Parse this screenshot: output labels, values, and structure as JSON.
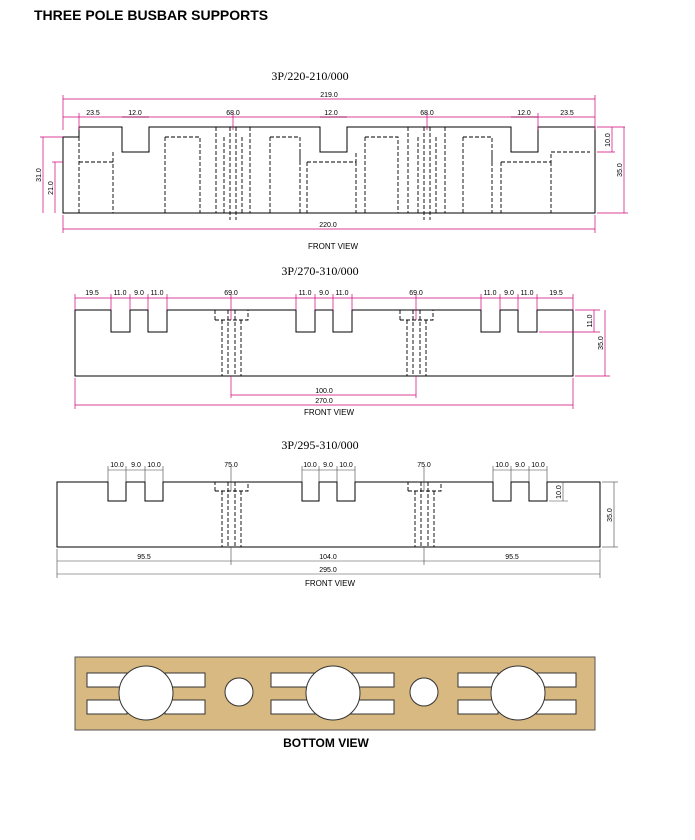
{
  "title": "THREE POLE BUSBAR SUPPORTS",
  "drawings": [
    {
      "part_no": "3P/220-210/000",
      "view_label": "FRONT  VIEW",
      "dims": {
        "overall_top": "219.0",
        "overall_bottom": "220.0",
        "left_end": "23.5",
        "slot1": "12.0",
        "pitch1": "68.0",
        "slot2": "12.0",
        "pitch2": "68.0",
        "slot3": "12.0",
        "right_end": "23.5",
        "slot_depth": "10.0",
        "height": "35.0",
        "left_height_outer": "31.0",
        "left_height_inner": "21.0"
      }
    },
    {
      "part_no": "3P/270-310/000",
      "view_label": "FRONT  VIEW",
      "dims": {
        "left_end": "19.5",
        "g1a": "11.0",
        "g1b": "9.0",
        "g1c": "11.0",
        "pitch1": "69.0",
        "g2a": "11.0",
        "g2b": "9.0",
        "g2c": "11.0",
        "pitch2": "69.0",
        "g3a": "11.0",
        "g3b": "9.0",
        "g3c": "11.0",
        "right_end": "19.5",
        "slot_depth": "11.0",
        "height": "35.0",
        "hole_centres": "100.0",
        "overall": "270.0"
      }
    },
    {
      "part_no": "3P/295-310/000",
      "view_label": "FRONT  VIEW",
      "dims": {
        "g1a": "10.0",
        "g1b": "9.0",
        "g1c": "10.0",
        "pitch1": "75.0",
        "g2a": "10.0",
        "g2b": "9.0",
        "g2c": "10.0",
        "pitch2": "75.0",
        "g3a": "10.0",
        "g3b": "9.0",
        "g3c": "10.0",
        "slot_depth": "10.0",
        "height": "35.0",
        "seg_left": "95.5",
        "seg_mid": "104.0",
        "seg_right": "95.5",
        "overall": "295.0"
      }
    }
  ],
  "bottom_view_label": "BOTTOM   VIEW",
  "colors": {
    "dimension_line": "#d0007a",
    "plate_fill": "#d9b982"
  }
}
